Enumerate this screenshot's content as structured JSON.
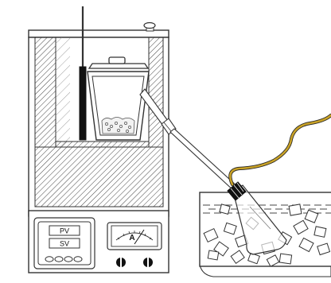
{
  "controller": {
    "pv_label": "PV",
    "sv_label": "SV"
  },
  "ammeter": {
    "unit_label": "A"
  },
  "colors": {
    "outline": "#333333",
    "hatch": "#555555",
    "cable": "#c9a227",
    "thermometer": "#111111"
  },
  "icons": {
    "rod": "thermometer-icon",
    "crucible": "beaker-icon",
    "cable": "cable-icon"
  }
}
